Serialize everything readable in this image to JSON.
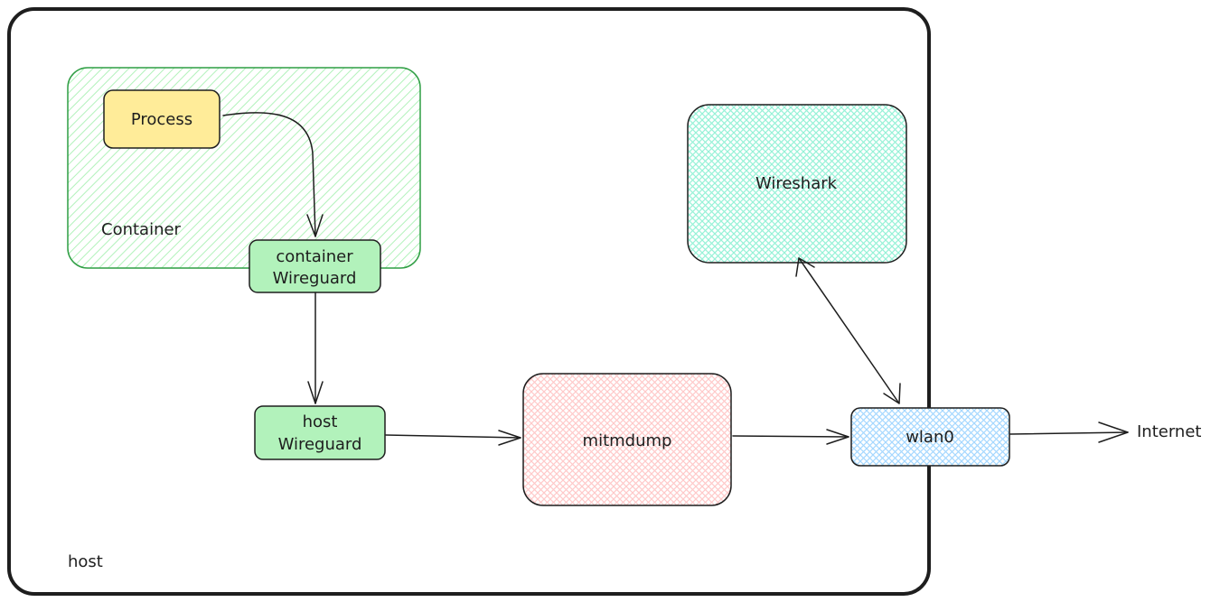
{
  "diagram": {
    "host": {
      "label": "host"
    },
    "container": {
      "label": "Container"
    },
    "nodes": {
      "process": {
        "label": "Process",
        "fill": "#ffec99"
      },
      "container_wireguard": {
        "label_line1": "container",
        "label_line2": "Wireguard",
        "fill": "#b2f2bb"
      },
      "host_wireguard": {
        "label_line1": "host",
        "label_line2": "Wireguard",
        "fill": "#b2f2bb"
      },
      "mitmdump": {
        "label": "mitmdump",
        "fill": "#ffc9c9"
      },
      "wireshark": {
        "label": "Wireshark",
        "fill": "#96f2d7"
      },
      "wlan0": {
        "label": "wlan0",
        "fill": "#a5d8ff"
      },
      "internet": {
        "label": "Internet"
      }
    },
    "colors": {
      "stroke": "#1e1e1e",
      "container_fill": "#b2f2bb",
      "container_stroke": "#2f9e44"
    }
  }
}
